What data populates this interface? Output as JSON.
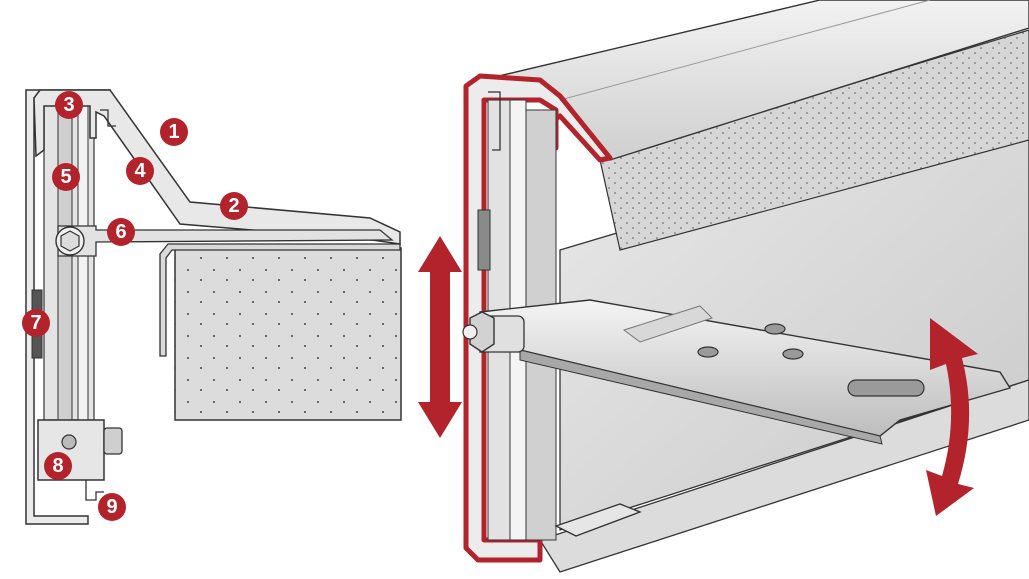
{
  "colors": {
    "accent": "#b3232b",
    "outline": "#333333",
    "metal_light": "#e6e6e6",
    "metal_mid": "#cfcfcf",
    "metal_dark": "#9a9a9a",
    "stone": "#d8d8d8",
    "arrow": "#b3232b"
  },
  "callouts": [
    {
      "id": "1",
      "label": "1"
    },
    {
      "id": "2",
      "label": "2"
    },
    {
      "id": "3",
      "label": "3"
    },
    {
      "id": "4",
      "label": "4"
    },
    {
      "id": "5",
      "label": "5"
    },
    {
      "id": "6",
      "label": "6"
    },
    {
      "id": "7",
      "label": "7"
    },
    {
      "id": "8",
      "label": "8"
    },
    {
      "id": "9",
      "label": "9"
    }
  ],
  "icons": {
    "vertical_arrow": "double-vertical-arrow-icon",
    "curved_arrow": "curved-rotate-arrow-icon"
  }
}
